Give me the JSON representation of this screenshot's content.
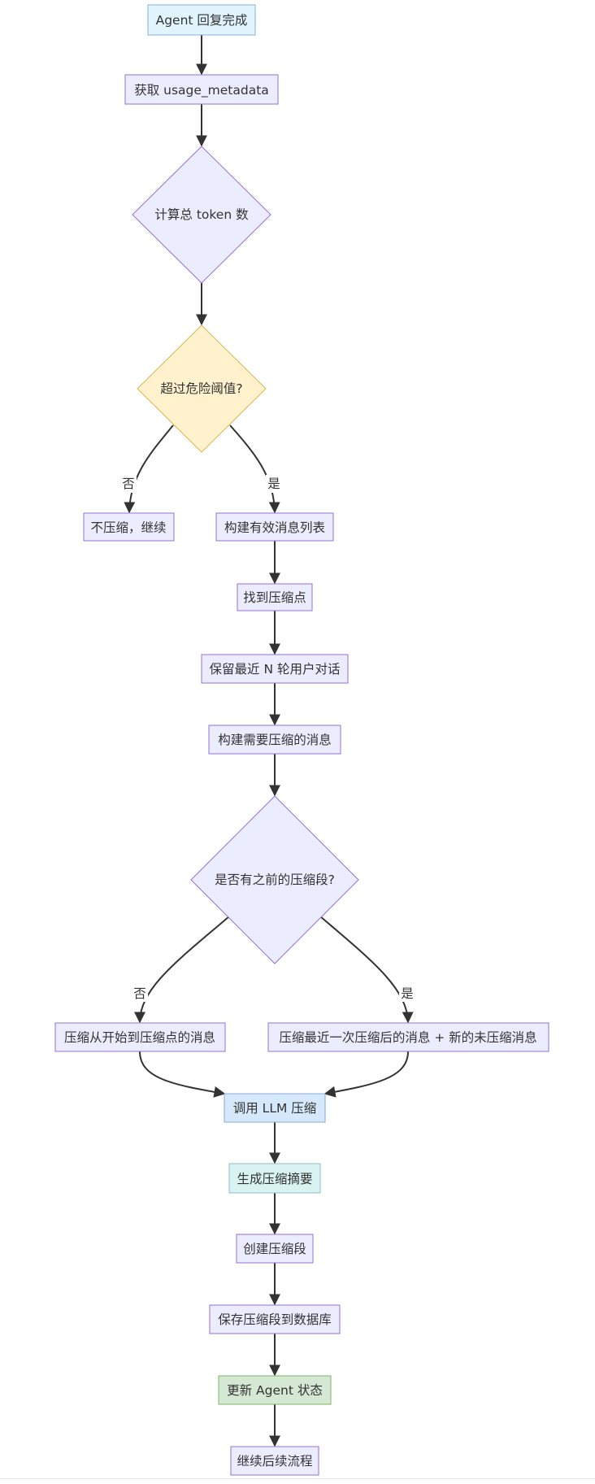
{
  "colors": {
    "default_fill": "#ececff",
    "default_stroke": "#9370db",
    "decision_warn_fill": "#fff2cc",
    "decision_warn_stroke": "#d6b656",
    "start_fill": "#e1f5fe",
    "start_stroke": "#81b1db",
    "llm_fill": "#d6e8fb",
    "llm_stroke": "#8aa9d6",
    "summary_fill": "#d9f2f2",
    "summary_stroke": "#8fbfc7",
    "end_fill": "#d5e8d4",
    "end_stroke": "#82b366",
    "edge": "#333333"
  },
  "flow": {
    "nodes": {
      "agent_done": "Agent 回复完成",
      "get_usage": "获取 usage_metadata",
      "calc_tokens": "计算总 token 数",
      "over_threshold": "超过危险阈值?",
      "no_compress": "不压缩，继续",
      "build_valid": "构建有效消息列表",
      "find_point": "找到压缩点",
      "keep_recent": "保留最近 N 轮用户对话",
      "build_needed": "构建需要压缩的消息",
      "has_prev": "是否有之前的压缩段?",
      "compress_from_start": "压缩从开始到压缩点的消息",
      "compress_recent": "压缩最近一次压缩后的消息 + 新的未压缩消息",
      "call_llm": "调用 LLM 压缩",
      "gen_summary": "生成压缩摘要",
      "create_segment": "创建压缩段",
      "save_segment": "保存压缩段到数据库",
      "update_state": "更新 Agent 状态",
      "continue_flow": "继续后续流程"
    },
    "edge_labels": {
      "threshold_no": "否",
      "threshold_yes": "是",
      "prev_no": "否",
      "prev_yes": "是"
    }
  }
}
